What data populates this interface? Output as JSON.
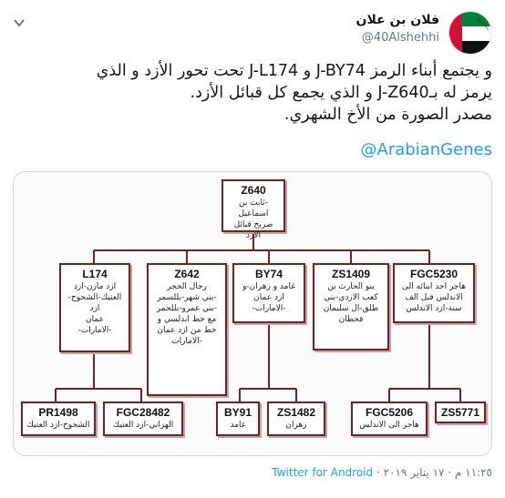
{
  "user": {
    "display_name": "فلان بن علان",
    "handle": "@40Alshehhi",
    "avatar_icon": "uae-flag-icon"
  },
  "tweet": {
    "lines": [
      "و يجتمع أبناء الرمز J-BY74 و J-L174 تحت تحور الأزد و الذي",
      "يرمز له بـJ-Z640 و الذي يجمع كل قبائل الأزد.",
      "مصدر الصورة من الأخ الشهري."
    ],
    "mention": "@ArabianGenes"
  },
  "tree": {
    "root": {
      "code": "Z640",
      "desc": "-ثابت بن اسماعيل\nصريح قبائل الازد"
    },
    "level1": [
      {
        "code": "L174",
        "desc": "ازد مازن-ازد\nالعتيك-الشحوح-ازد\nعمان\n-الامارات-"
      },
      {
        "code": "Z642",
        "desc": "رجال الحجر\n-بني شهر-بللسمر\n-بني عمرو-بللحمر\nمع خط اندلسي و\nخط من ازد عمان\n-الامارات"
      },
      {
        "code": "BY74",
        "desc": "غامد و زهران-و\nازد عمان\n-الامارات-"
      },
      {
        "code": "ZS1409",
        "desc": "بنو الحارث بن\nكعب الازدي-بني\nطلق-ال سليمان\nقحطان"
      },
      {
        "code": "FGC5230",
        "desc": "هاجر احد ابنائه الى\nالاندلس قبل الف\nسنة-ازد الاندلس"
      }
    ],
    "level2": [
      {
        "code": "PR1498",
        "desc": "الشحوح-ازد العتيك"
      },
      {
        "code": "FGC28482",
        "desc": "الهزاني-ازد العتيك"
      },
      {
        "code": "BY91",
        "desc": "غامد"
      },
      {
        "code": "ZS1482",
        "desc": "زهران"
      },
      {
        "code": "FGC5206",
        "desc": "هاجر الى الاندلس"
      },
      {
        "code": "ZS5771",
        "desc": ""
      }
    ],
    "line_color": "#7a1f1f"
  },
  "footer": {
    "time_date": "١١:٢٥ م · ١٧ يناير ٢٠١٩",
    "separator": " · ",
    "source": "Twitter for Android"
  }
}
